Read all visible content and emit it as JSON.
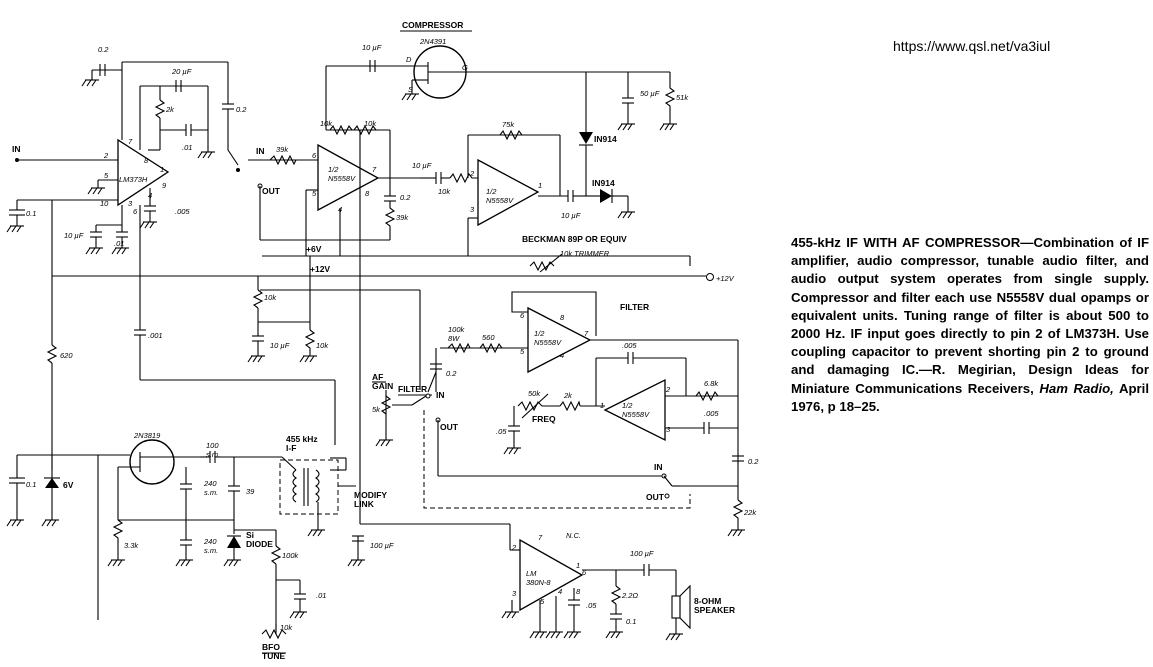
{
  "source_url": "https://www.qsl.net/va3iul",
  "caption": {
    "title": "455-kHz IF WITH AF COMPRESSOR",
    "body": "Combination of IF amplifier, audio compressor, tunable audio filter, and audio output system operates from single supply. Compressor and filter each use N5558V dual opamps or equivalent units. Tuning range of filter is about 500 to 2000 Hz. IF input goes directly to pin 2 of LM373H. Use coupling capacitor to prevent shorting pin 2 to ground and damaging IC.—R. Megirian, Design Ideas for Miniature Communications Receivers,",
    "journal": "Ham Radio,",
    "citation": "April 1976, p 18–25."
  },
  "sections": {
    "compressor": "COMPRESSOR",
    "filter": "FILTER"
  },
  "chips": {
    "if_amp": "LM373H",
    "comp_a": "1/2\nN5558V",
    "comp_b": "1/2\nN5558V",
    "filt_a": "1/2\nN5558V",
    "filt_b": "1/2\nN5558V",
    "audio_amp": "LM\n380N-8",
    "fet_comp": "2N4391",
    "fet_bfo": "2N3819"
  },
  "labels": {
    "in": "IN",
    "out": "OUT",
    "plus6": "+6V",
    "plus12": "+12V",
    "plus12_term": "+12V",
    "af_gain": "AF\nGAIN",
    "filter_sw": "FILTER",
    "freq": "FREQ",
    "bfo_tune": "BFO\nTUNE",
    "modify_link": "MODIFY\nLINK",
    "if_xfmr": "455 kHz\nI-F",
    "trimmer": "BECKMAN 89P OR EQUIV",
    "trimmer_val": "10k TRIMMER",
    "speaker": "8-OHM\nSPEAKER",
    "diode1": "IN914",
    "diode2": "IN914",
    "si_diode": "Si\nDIODE",
    "zener": "6V",
    "nc": "N.C."
  },
  "components": {
    "c_0_2_in": "0.2",
    "c_20uf": "20 µF",
    "r_2k": "2k",
    "c_01_a": ".01",
    "c_0_2_b": "0.2",
    "c_005": ".005",
    "c_10uf_a": "10 µF",
    "c_01_b": ".01",
    "c_0_1_in": "0.1",
    "r_39k_in": "39k",
    "r_10k_a": "10k",
    "r_10k_b": "10k",
    "c_10uf_b": "10 µF",
    "c_10uf_c": "10 µF",
    "r_10k_c": "10k",
    "c_0_2_c": "0.2",
    "r_39k_b": "39k",
    "r_75k": "75k",
    "c_10uf_d": "10 µF",
    "c_50uf": "50 µF",
    "r_51k": "51k",
    "r_10k_d": "10k",
    "c_10uf_e": "10 µF",
    "r_10k_e": "10k",
    "c_001": ".001",
    "r_620": "620",
    "r_100k": "100k\n8W",
    "r_560": "560",
    "c_0_2_d": "0.2",
    "r_5k": "5k",
    "r_50k": "50k",
    "r_2k_b": "2k",
    "c_05_a": ".05",
    "c_005_b": ".005",
    "r_6_8k": "6.8k",
    "c_005_c": ".005",
    "c_0_2_e": "0.2",
    "r_22k": "22k",
    "c_0_1_b": "0.1",
    "c_100": "100\ns.m.",
    "c_240_a": "240\ns.m.",
    "c_39": "39",
    "r_3_3k": "3.3k",
    "c_240_b": "240\ns.m.",
    "r_100k_b": "100k",
    "c_01_c": ".01",
    "r_10k_bfo": "10k",
    "c_100uf_a": "100 µF",
    "c_05_b": ".05",
    "c_100uf_b": "100 µF",
    "r_2_2": "2.2Ω",
    "c_0_1_c": "0.1",
    "supply_term": "+12V"
  }
}
